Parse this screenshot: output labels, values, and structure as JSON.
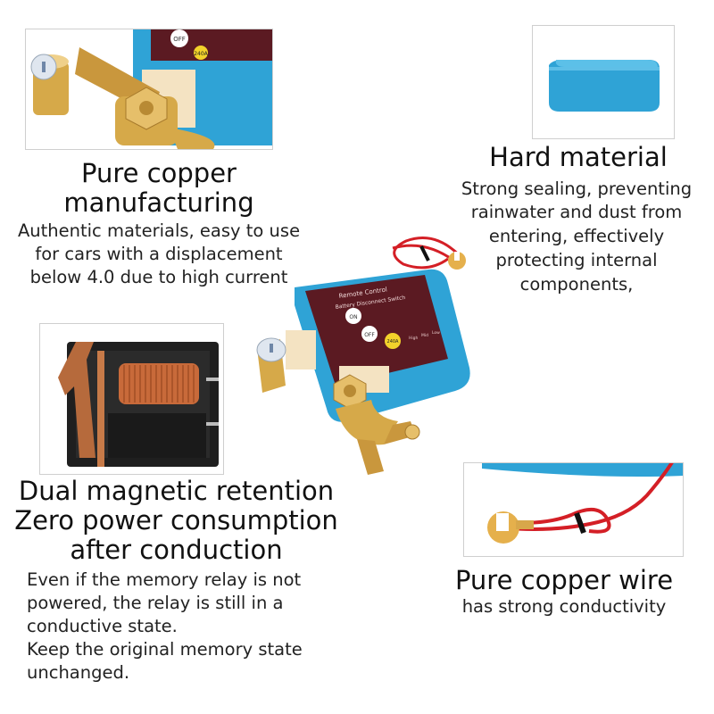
{
  "device": {
    "panel_title": "Remote Control",
    "panel_subtitle": "Battery Disconnect Switch",
    "on_label": "ON",
    "off_label": "OFF",
    "rating_badge": "240A",
    "scale_labels": [
      "High",
      "Mid",
      "Low"
    ]
  },
  "colors": {
    "housing_blue": "#2fa3d6",
    "panel_maroon": "#5b1a22",
    "brass": "#d6a949",
    "wire_red": "#d41f26",
    "copper_coil": "#c86a3a"
  },
  "sections": {
    "copper_mfg": {
      "title_lines": [
        "Pure copper",
        "manufacturing"
      ],
      "desc_lines": [
        "Authentic materials, easy to use",
        "for cars with a displacement",
        "below 4.0 due to high current"
      ]
    },
    "hard_material": {
      "title": "Hard material",
      "desc_lines": [
        "Strong sealing, preventing",
        "rainwater and dust from",
        "entering, effectively",
        "protecting internal",
        "components,"
      ]
    },
    "magnetic": {
      "title_lines": [
        "Dual magnetic retention",
        "Zero power consumption",
        "after conduction"
      ],
      "desc_lines": [
        "Even if the memory relay is not",
        "powered, the relay is still in a",
        "conductive state.",
        "Keep the original memory state",
        "unchanged."
      ]
    },
    "wire": {
      "title": "Pure copper wire",
      "desc": "has strong conductivity"
    }
  }
}
